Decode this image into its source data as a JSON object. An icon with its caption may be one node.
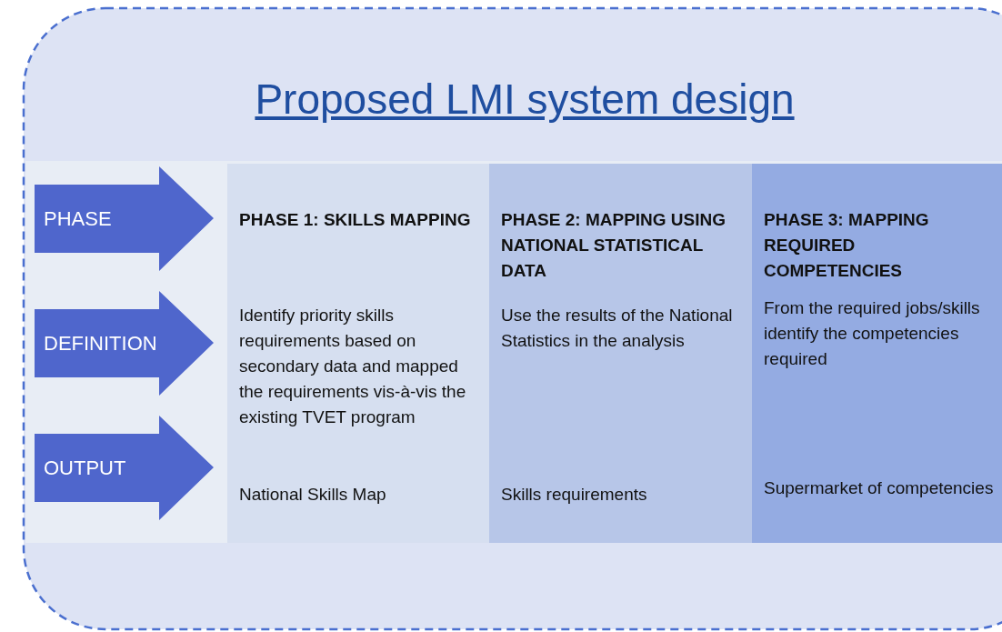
{
  "diagram": {
    "title": "Proposed LMI system design",
    "nodes": [
      {
        "text": [
          "PHASE"
        ]
      },
      {
        "text": [
          "DEFINITION"
        ]
      },
      {
        "text": [
          "OUTPUT"
        ]
      },
      {
        "text": [
          "PHASE 1: SKILLS MAPPING",
          "Identify priority skills requirements based on secondary data and mapped the requirements vis-à-vis the existing TVET program",
          "National Skills Map"
        ]
      },
      {
        "text": [
          "PHASE 2: MAPPING USING NATIONAL STATISTICAL DATA",
          "Use the results of the National Statistics in the analysis",
          "Skills requirements"
        ]
      },
      {
        "text": [
          "PHASE 3: MAPPING REQUIRED COMPETENCIES",
          "From the required jobs/skills identify the competencies required",
          "Supermarket of competencies"
        ]
      }
    ]
  }
}
